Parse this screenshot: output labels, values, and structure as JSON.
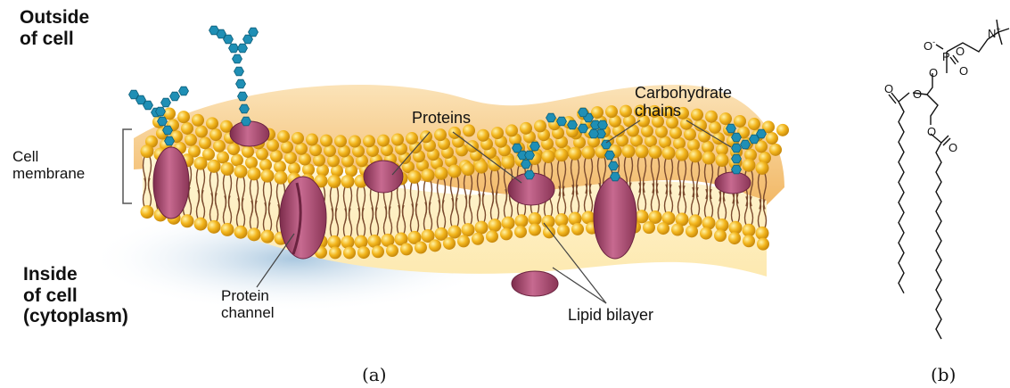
{
  "labels": {
    "outside_cell": "Outside\nof cell",
    "cell_membrane": "Cell\nmembrane",
    "inside_cell": "Inside\nof cell\n(cytoplasm)",
    "proteins": "Proteins",
    "carbohydrate_chains": "Carbohydrate\nchains",
    "protein_channel": "Protein\nchannel",
    "lipid_bilayer": "Lipid bilayer"
  },
  "captions": {
    "a": "(a)",
    "b": "(b)"
  },
  "chem": {
    "o_minus": "O",
    "minus": "-",
    "p": "P",
    "o": "O",
    "n_plus": "N",
    "plus": "+"
  },
  "colors": {
    "head": "#f3b61d",
    "tail": "#7a4a2e",
    "protein": "#a8476d",
    "sugar": "#1f8fb5",
    "shadow": "#bcd4e6",
    "back_sheet": "#f4c98a"
  }
}
